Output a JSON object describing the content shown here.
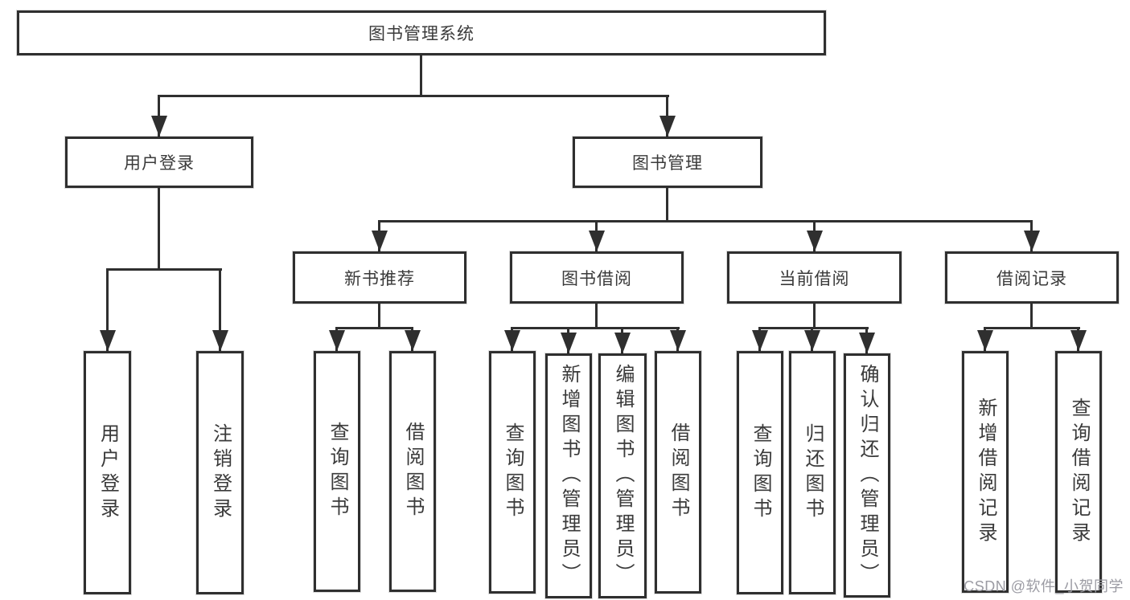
{
  "colors": {
    "line": "#2f2f2f",
    "text": "#3a3a3a",
    "background": "#ffffff",
    "watermark": "#9b9ba3"
  },
  "tree": {
    "root": "图书管理系统",
    "branches": [
      {
        "label": "用户登录",
        "children": [
          "用户登录",
          "注销登录"
        ]
      },
      {
        "label": "图书管理",
        "children": [
          {
            "label": "新书推荐",
            "children": [
              "查询图书",
              "借阅图书"
            ]
          },
          {
            "label": "图书借阅",
            "children": [
              "查询图书",
              "新增图书（管理员）",
              "编辑图书（管理员）",
              "借阅图书"
            ]
          },
          {
            "label": "当前借阅",
            "children": [
              "查询图书",
              "归还图书",
              "确认归还（管理员）"
            ]
          },
          {
            "label": "借阅记录",
            "children": [
              "新增借阅记录",
              "查询借阅记录"
            ]
          }
        ]
      }
    ]
  },
  "watermark": "CSDN @软件_小贺同学"
}
